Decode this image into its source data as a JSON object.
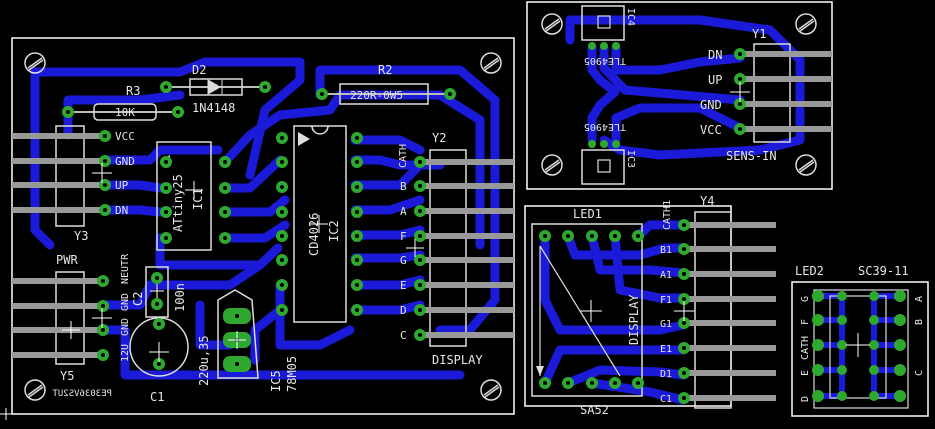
{
  "board_main": {
    "components": {
      "d2_name": "D2",
      "d2_value": "1N4148",
      "r3_name": "R3",
      "r3_value": "10K",
      "r2_name": "R2",
      "r2_value": "220R-0W5",
      "ic1_name": "IC1",
      "ic1_value": "ATtiny25",
      "ic2_name": "IC2",
      "ic2_value": "CD4026",
      "c2_name": "C2",
      "c2_value": "100n",
      "c1_name": "C1",
      "c1_value": "220u,35",
      "ic5_name": "IC5",
      "ic5_value": "78M05",
      "y2_name": "Y2",
      "y2_value": "DISPLAY",
      "y3_name": "Y3",
      "y5_name": "Y5",
      "y5_value": "PWR",
      "mirror_text": "PE3036VS2UT"
    },
    "y3_pins": [
      "VCC",
      "GND",
      "UP",
      "DN"
    ],
    "y2_pins": [
      "CATH",
      "B",
      "A",
      "F",
      "G",
      "E",
      "D",
      "C"
    ],
    "y5_pins": [
      "12U",
      "GND",
      "GND",
      "NEUTR"
    ]
  },
  "board_sens": {
    "ic4_name": "IC4",
    "ic4_value": "TLE4905",
    "ic3_name": "IC3",
    "ic3_value": "TLE4905",
    "y1_name": "Y1",
    "y1_value": "SENS-IN",
    "y1_pins": [
      "DN",
      "UP",
      "GND",
      "VCC"
    ]
  },
  "board_display": {
    "led_name": "LED1",
    "led_value": "SA52",
    "led_label": "DISPLAY",
    "y4_name": "Y4",
    "y4_pins": [
      "CATH1",
      "B1",
      "A1",
      "F1",
      "G1",
      "E1",
      "D1",
      "C1"
    ]
  },
  "board_led2": {
    "led_name": "LED2",
    "led_value": "SC39-11",
    "left_pins": [
      "G",
      "F",
      "CATH",
      "E",
      "D"
    ],
    "right_pins": [
      "A",
      "B",
      "C"
    ]
  },
  "colors": {
    "copper": "#1a1ad8",
    "pad": "#2fa82f",
    "silk": "#e6e6e6",
    "outline": "#ffffff",
    "background": "#000000"
  }
}
